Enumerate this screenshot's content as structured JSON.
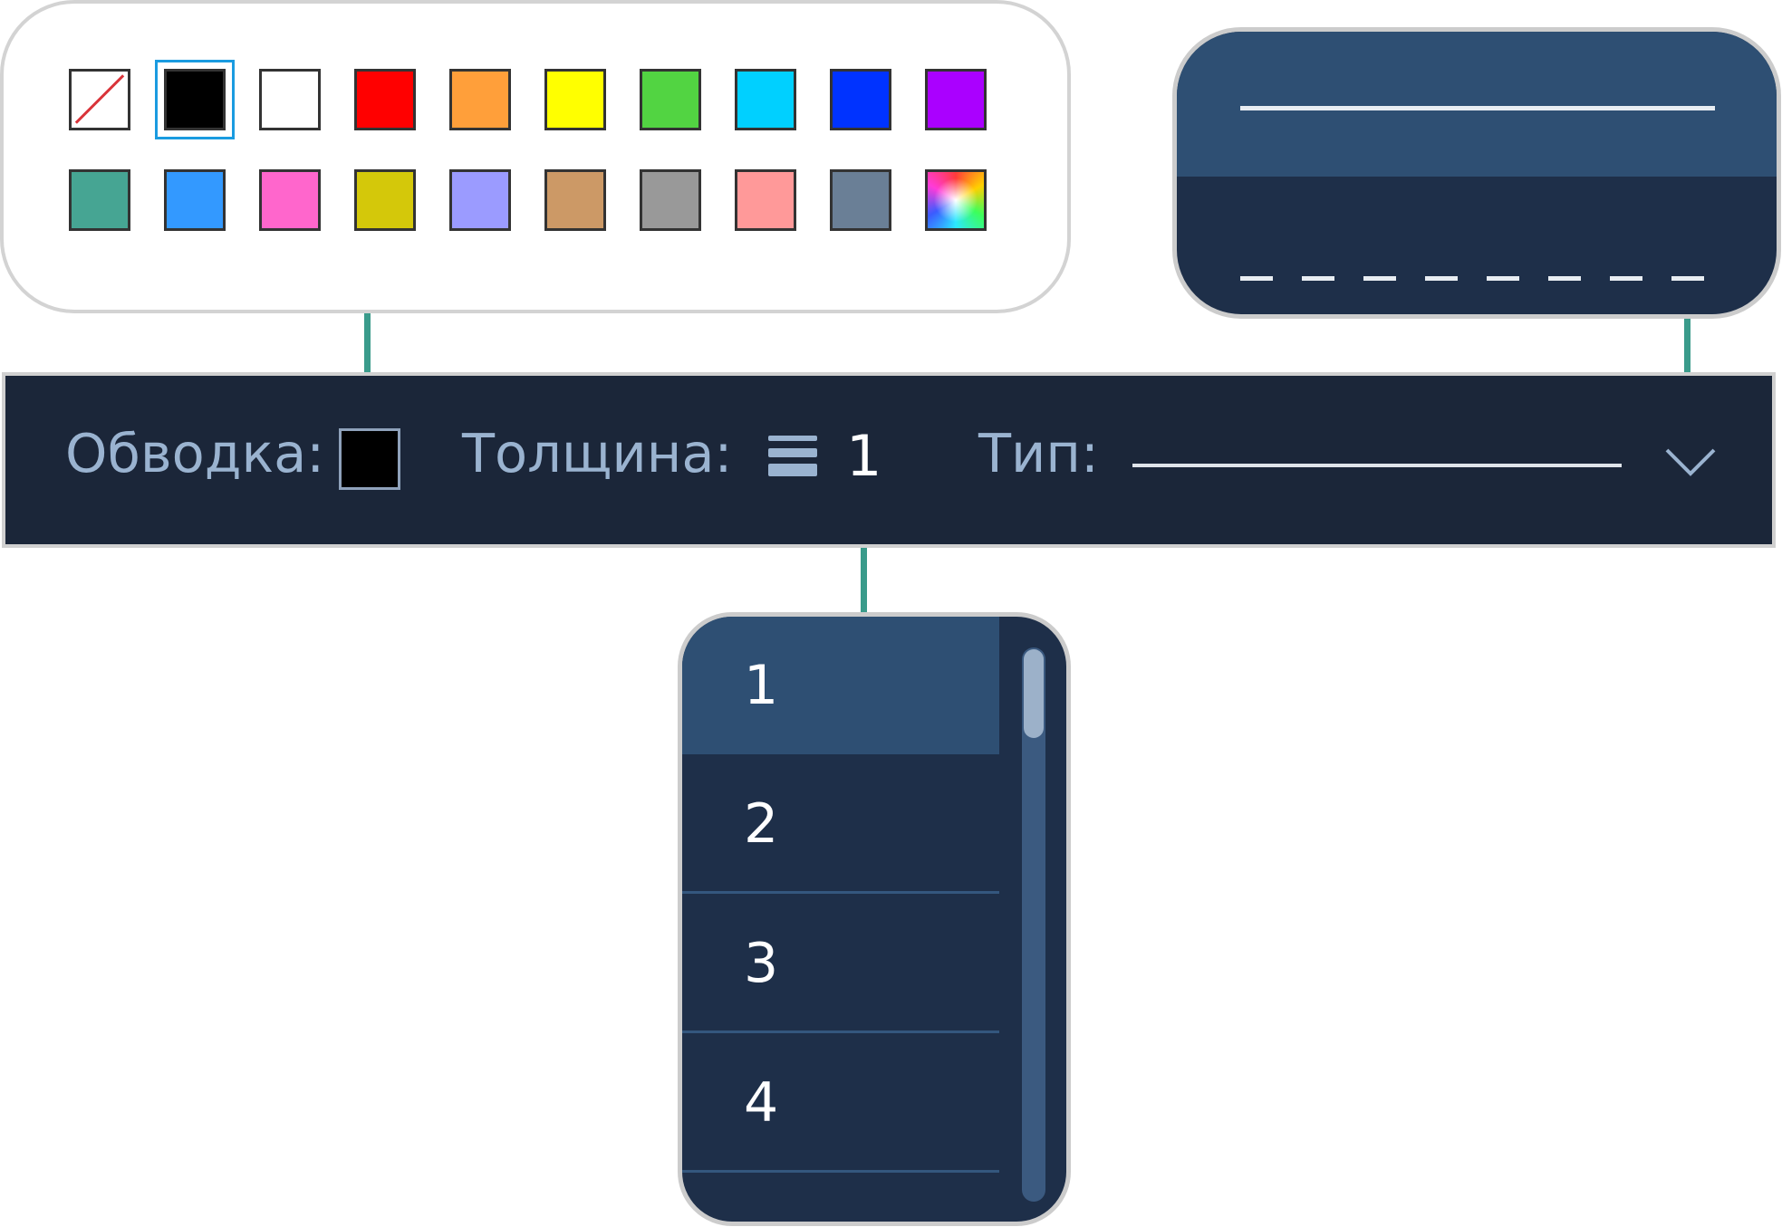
{
  "toolbar": {
    "stroke_label": "Обводка:",
    "stroke_color": "#000000",
    "thickness_label": "Толщина:",
    "thickness_value": "1",
    "type_label": "Тип:",
    "type_selected": "solid"
  },
  "palette": {
    "selected": "#000000",
    "row1": [
      "none",
      "#000000",
      "#ffffff",
      "#ff0000",
      "#ff9f3a",
      "#ffff00",
      "#52d442",
      "#00d0ff",
      "#0033ff",
      "#aa00ff"
    ],
    "row2": [
      "#46a593",
      "#3399ff",
      "#ff66cc",
      "#d4c80a",
      "#9b9bff",
      "#cc9966",
      "#999999",
      "#ff9999",
      "#6a7f96",
      "custom"
    ]
  },
  "line_types": [
    {
      "id": "solid",
      "selected": true
    },
    {
      "id": "dashed",
      "selected": false
    }
  ],
  "thickness_options": [
    "1",
    "2",
    "3",
    "4"
  ],
  "colors": {
    "toolbar_bg": "#1b2639",
    "popup_bg": "#1e2f49",
    "highlight_bg": "#2e4f73",
    "callout": "#3a9b8b",
    "label_text": "#9ab3d0"
  }
}
